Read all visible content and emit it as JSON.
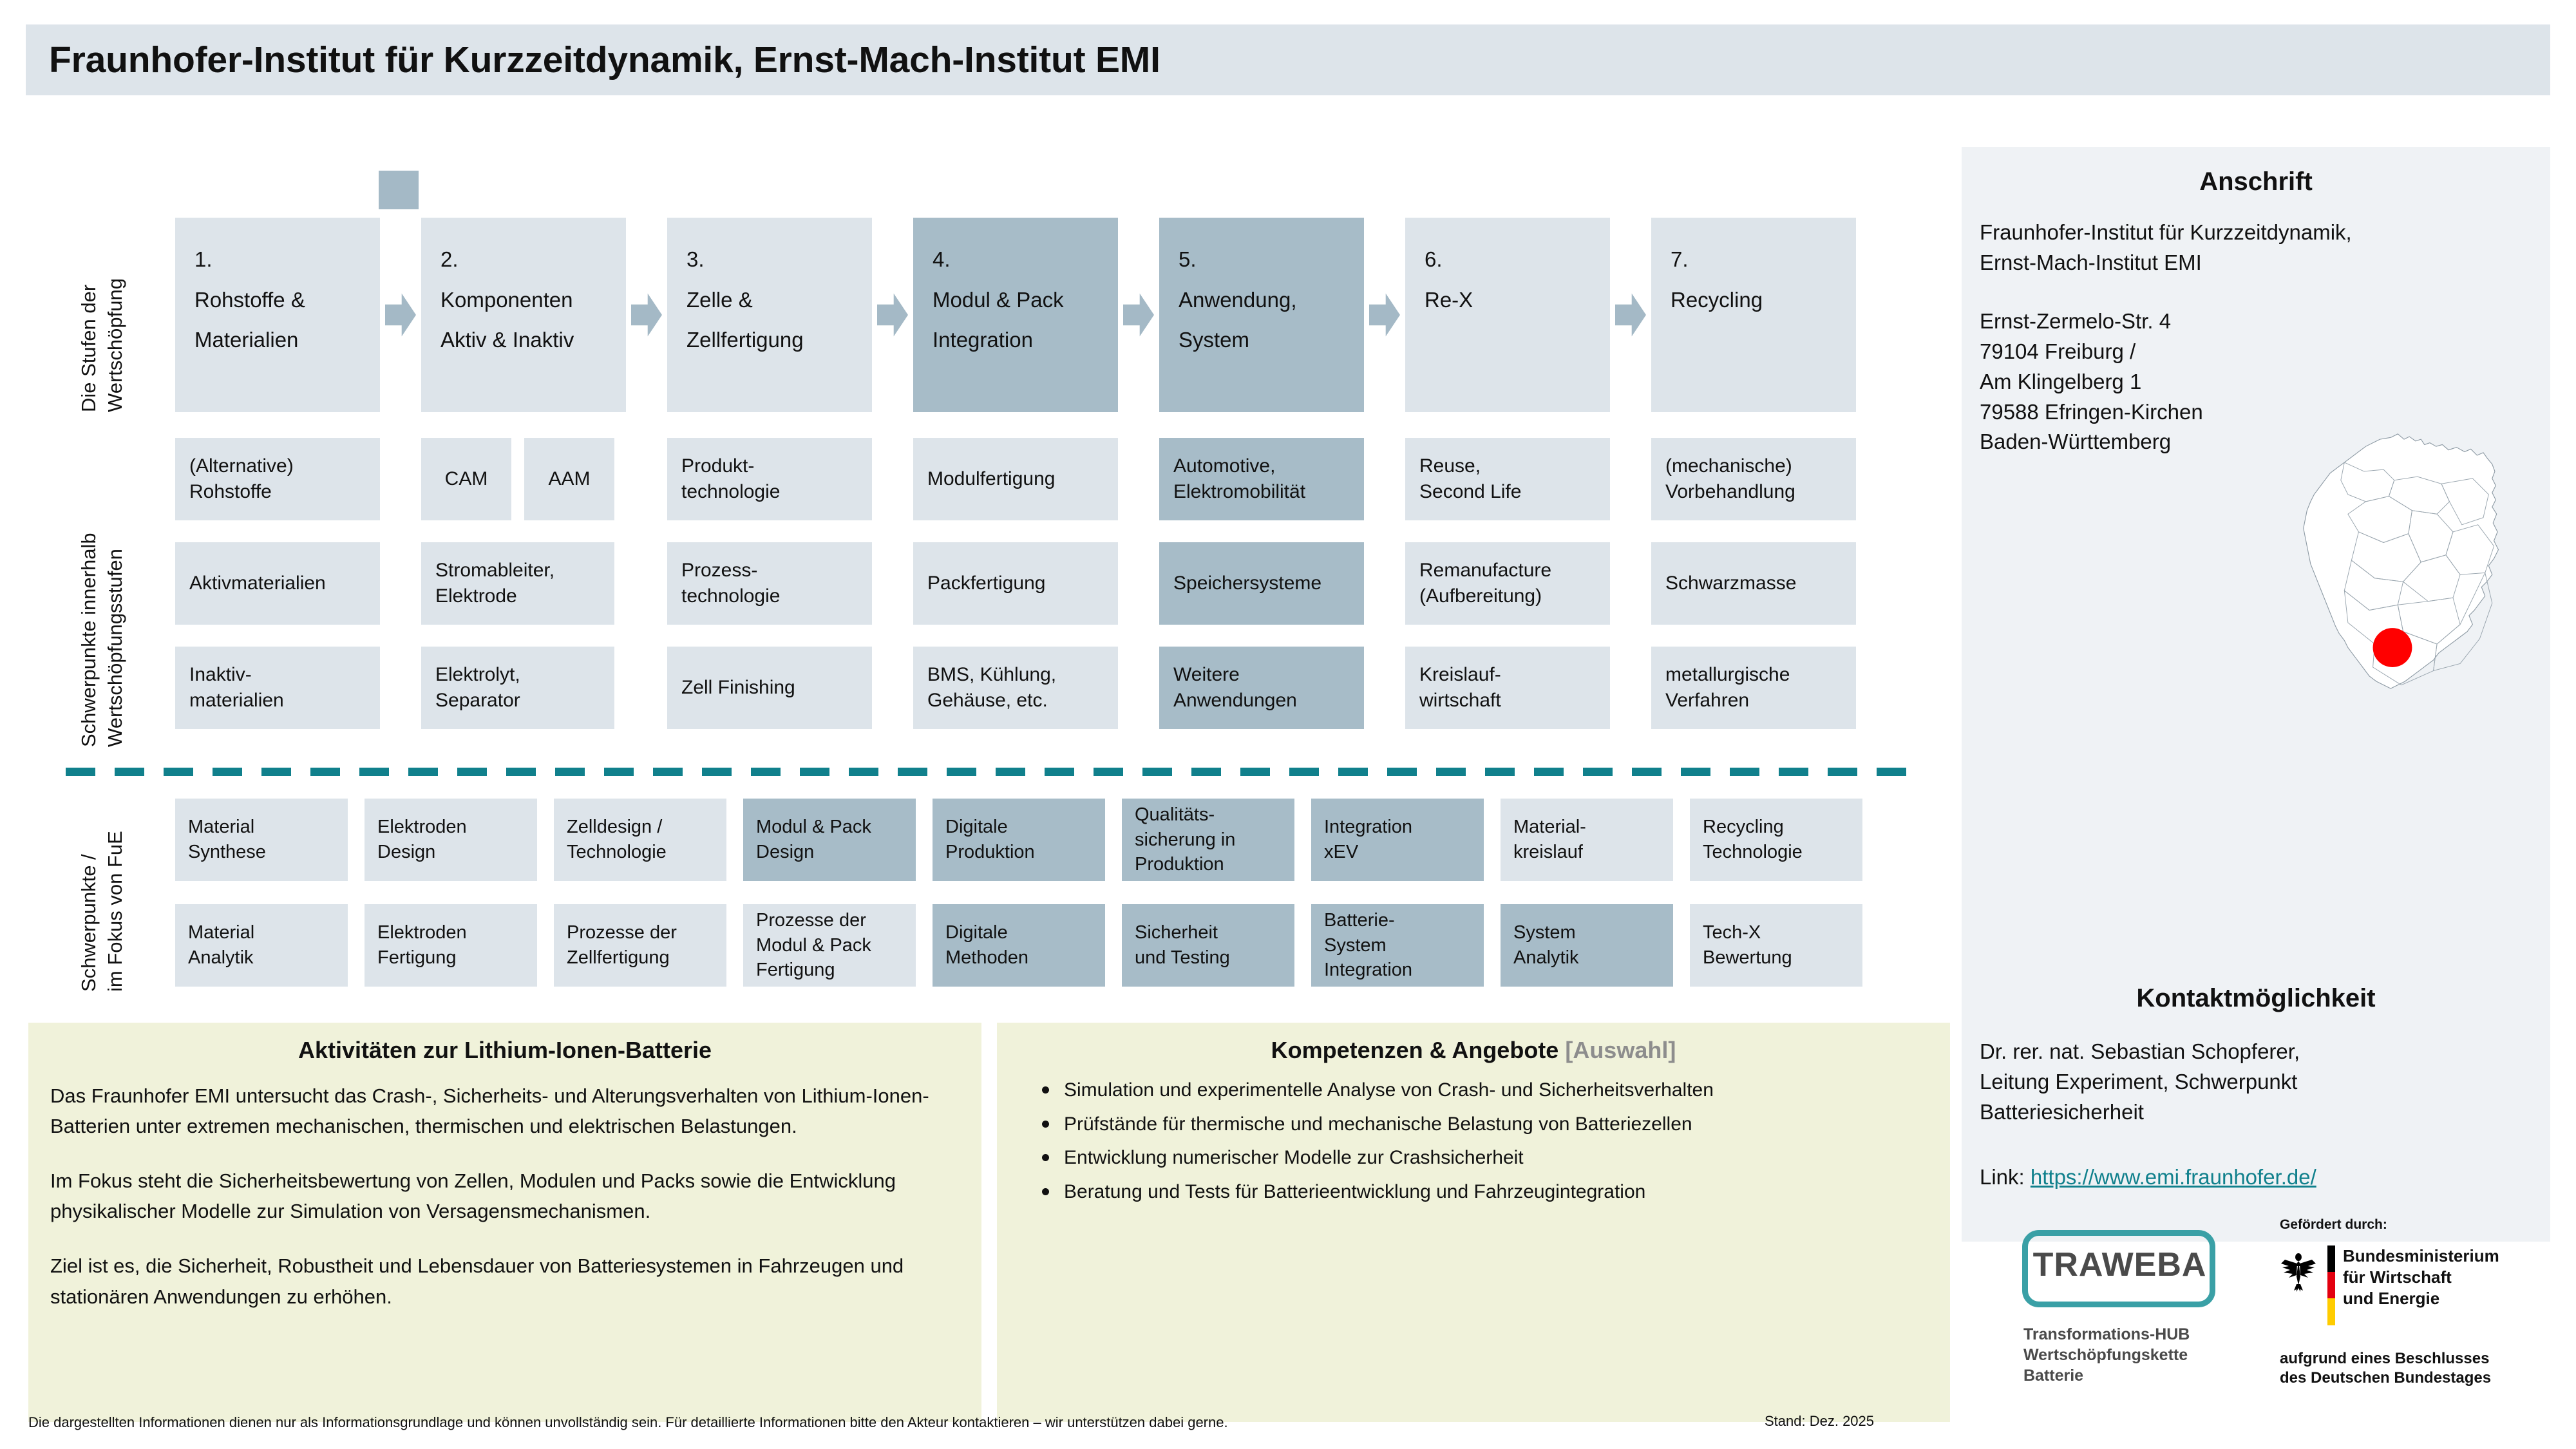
{
  "header": {
    "title": "Fraunhofer-Institut für Kurzzeitdynamik, Ernst-Mach-Institut EMI"
  },
  "axis_labels": {
    "stages": "Die Stufen der\nWertschöpfung",
    "focus_within": "Schwerpunkte innerhalb\nWertschöpfungsstufen",
    "focus_rnd": "Schwerpunkte /\nim Fokus  von FuE"
  },
  "colors": {
    "box_light": "#dde4ea",
    "box_highlight": "#a7bcc8",
    "banner": "#dde4ea",
    "panel_yellow": "#f0f2da",
    "sidebar": "#eff2f5",
    "teal": "#10808c",
    "link": "#10808c",
    "map_marker": "#ff0000"
  },
  "stages": [
    {
      "num": "1.",
      "line1": "Rohstoffe &",
      "line2": "Materialien",
      "highlight": false
    },
    {
      "num": "2.",
      "line1": "Komponenten",
      "line2": "Aktiv & Inaktiv",
      "highlight": false
    },
    {
      "num": "3.",
      "line1": "Zelle &",
      "line2": "Zellfertigung",
      "highlight": false
    },
    {
      "num": "4.",
      "line1": "Modul & Pack",
      "line2": "Integration",
      "highlight": true
    },
    {
      "num": "5.",
      "line1": "Anwendung,",
      "line2": "System",
      "highlight": true
    },
    {
      "num": "6.",
      "line1": "Re-X",
      "line2": "",
      "highlight": false
    },
    {
      "num": "7.",
      "line1": "Recycling",
      "line2": "",
      "highlight": false
    }
  ],
  "focus_within": [
    {
      "label": "(Alternative)\nRohstoffe",
      "highlight": false
    },
    {
      "label": "CAM",
      "highlight": false
    },
    {
      "label": "AAM",
      "highlight": false
    },
    {
      "label": "Produkt-\ntechnologie",
      "highlight": false
    },
    {
      "label": "Modulfertigung",
      "highlight": false
    },
    {
      "label": "Automotive,\nElektromobilität",
      "highlight": true
    },
    {
      "label": "Reuse,\nSecond Life",
      "highlight": false
    },
    {
      "label": "(mechanische)\nVorbehandlung",
      "highlight": false
    },
    {
      "label": "Aktivmaterialien",
      "highlight": false
    },
    {
      "label": "Stromableiter,\nElektrode",
      "highlight": false
    },
    {
      "label": "Prozess-\ntechnologie",
      "highlight": false
    },
    {
      "label": "Packfertigung",
      "highlight": false
    },
    {
      "label": "Speichersysteme",
      "highlight": true
    },
    {
      "label": "Remanufacture\n(Aufbereitung)",
      "highlight": false
    },
    {
      "label": "Schwarzmasse",
      "highlight": false
    },
    {
      "label": "Inaktiv-\nmaterialien",
      "highlight": false
    },
    {
      "label": "Elektrolyt,\nSeparator",
      "highlight": false
    },
    {
      "label": "Zell Finishing",
      "highlight": false
    },
    {
      "label": "BMS, Kühlung,\nGehäuse, etc.",
      "highlight": false
    },
    {
      "label": "Weitere\nAnwendungen",
      "highlight": true
    },
    {
      "label": "Kreislauf-\nwirtschaft",
      "highlight": false
    },
    {
      "label": "metallurgische\nVerfahren",
      "highlight": false
    }
  ],
  "focus_rnd": [
    {
      "label": "Material\nSynthese",
      "highlight": false
    },
    {
      "label": "Elektroden\nDesign",
      "highlight": false
    },
    {
      "label": "Zelldesign /\nTechnologie",
      "highlight": false
    },
    {
      "label": "Modul & Pack\nDesign",
      "highlight": true
    },
    {
      "label": "Digitale\nProduktion",
      "highlight": true
    },
    {
      "label": "Qualitäts-\nsicherung in\nProduktion",
      "highlight": true
    },
    {
      "label": "Integration\nxEV",
      "highlight": true
    },
    {
      "label": "Material-\nkreislauf",
      "highlight": false
    },
    {
      "label": "Recycling\nTechnologie",
      "highlight": false
    },
    {
      "label": "Material\nAnalytik",
      "highlight": false
    },
    {
      "label": "Elektroden\nFertigung",
      "highlight": false
    },
    {
      "label": "Prozesse der\nZellfertigung",
      "highlight": false
    },
    {
      "label": "Prozesse der\nModul & Pack\nFertigung",
      "highlight": false
    },
    {
      "label": "Digitale\nMethoden",
      "highlight": true
    },
    {
      "label": "Sicherheit\nund Testing",
      "highlight": true
    },
    {
      "label": "Batterie-\nSystem\nIntegration",
      "highlight": true
    },
    {
      "label": "System\nAnalytik",
      "highlight": true
    },
    {
      "label": "Tech-X\nBewertung",
      "highlight": false
    }
  ],
  "activities": {
    "title": "Aktivitäten zur Lithium-Ionen-Batterie",
    "paragraphs": [
      "Das Fraunhofer EMI untersucht das Crash-, Sicherheits- und Alterungsverhalten von Lithium-Ionen-Batterien unter extremen mechanischen, thermischen und elektrischen Belastungen.",
      "Im Fokus steht die Sicherheitsbewertung von Zellen, Modulen und Packs sowie die Entwicklung physikalischer Modelle zur Simulation von Versagensmechanismen.",
      "Ziel ist es, die Sicherheit, Robustheit und Lebensdauer von Batteriesystemen in Fahrzeugen und stationären Anwendungen zu erhöhen."
    ]
  },
  "competences": {
    "title_main": "Kompetenzen & Angebote ",
    "title_dim": "[Auswahl]",
    "items": [
      "Simulation und experimentelle Analyse von Crash- und Sicherheitsverhalten",
      "Prüfstände für thermische und mechanische Belastung von Batteriezellen",
      "Entwicklung numerischer Modelle zur Crashsicherheit",
      "Beratung und Tests für Batterieentwicklung und Fahrzeugintegration"
    ]
  },
  "sidebar": {
    "address_heading": "Anschrift",
    "institute": "Fraunhofer-Institut für Kurzzeitdynamik,\nErnst-Mach-Institut EMI",
    "address": "Ernst-Zermelo-Str. 4\n79104 Freiburg /\nAm Klingelberg 1\n79588 Efringen-Kirchen\nBaden-Württemberg",
    "contact_heading": "Kontaktmöglichkeit",
    "contact_person": "Dr. rer. nat. Sebastian Schopferer,\nLeitung Experiment, Schwerpunkt\nBatteriesicherheit",
    "link_label": "Link: ",
    "link_url": "https://www.emi.fraunhofer.de/"
  },
  "logos": {
    "traweba_word": "TRAWEBA",
    "traweba_sub": "Transformations-HUB\nWertschöpfungskette\nBatterie",
    "funded_by": "Gefördert durch:",
    "ministry": "Bundesministerium\nfür Wirtschaft\nund Energie",
    "decision": "aufgrund eines Beschlusses\ndes Deutschen Bundestages"
  },
  "footer": {
    "disclaimer": "Die dargestellten Informationen dienen nur als Informationsgrundlage und können unvollständig sein. Für detaillierte Informationen bitte den Akteur kontaktieren – wir unterstützen dabei gerne.",
    "stand": "Stand: Dez. 2025"
  }
}
